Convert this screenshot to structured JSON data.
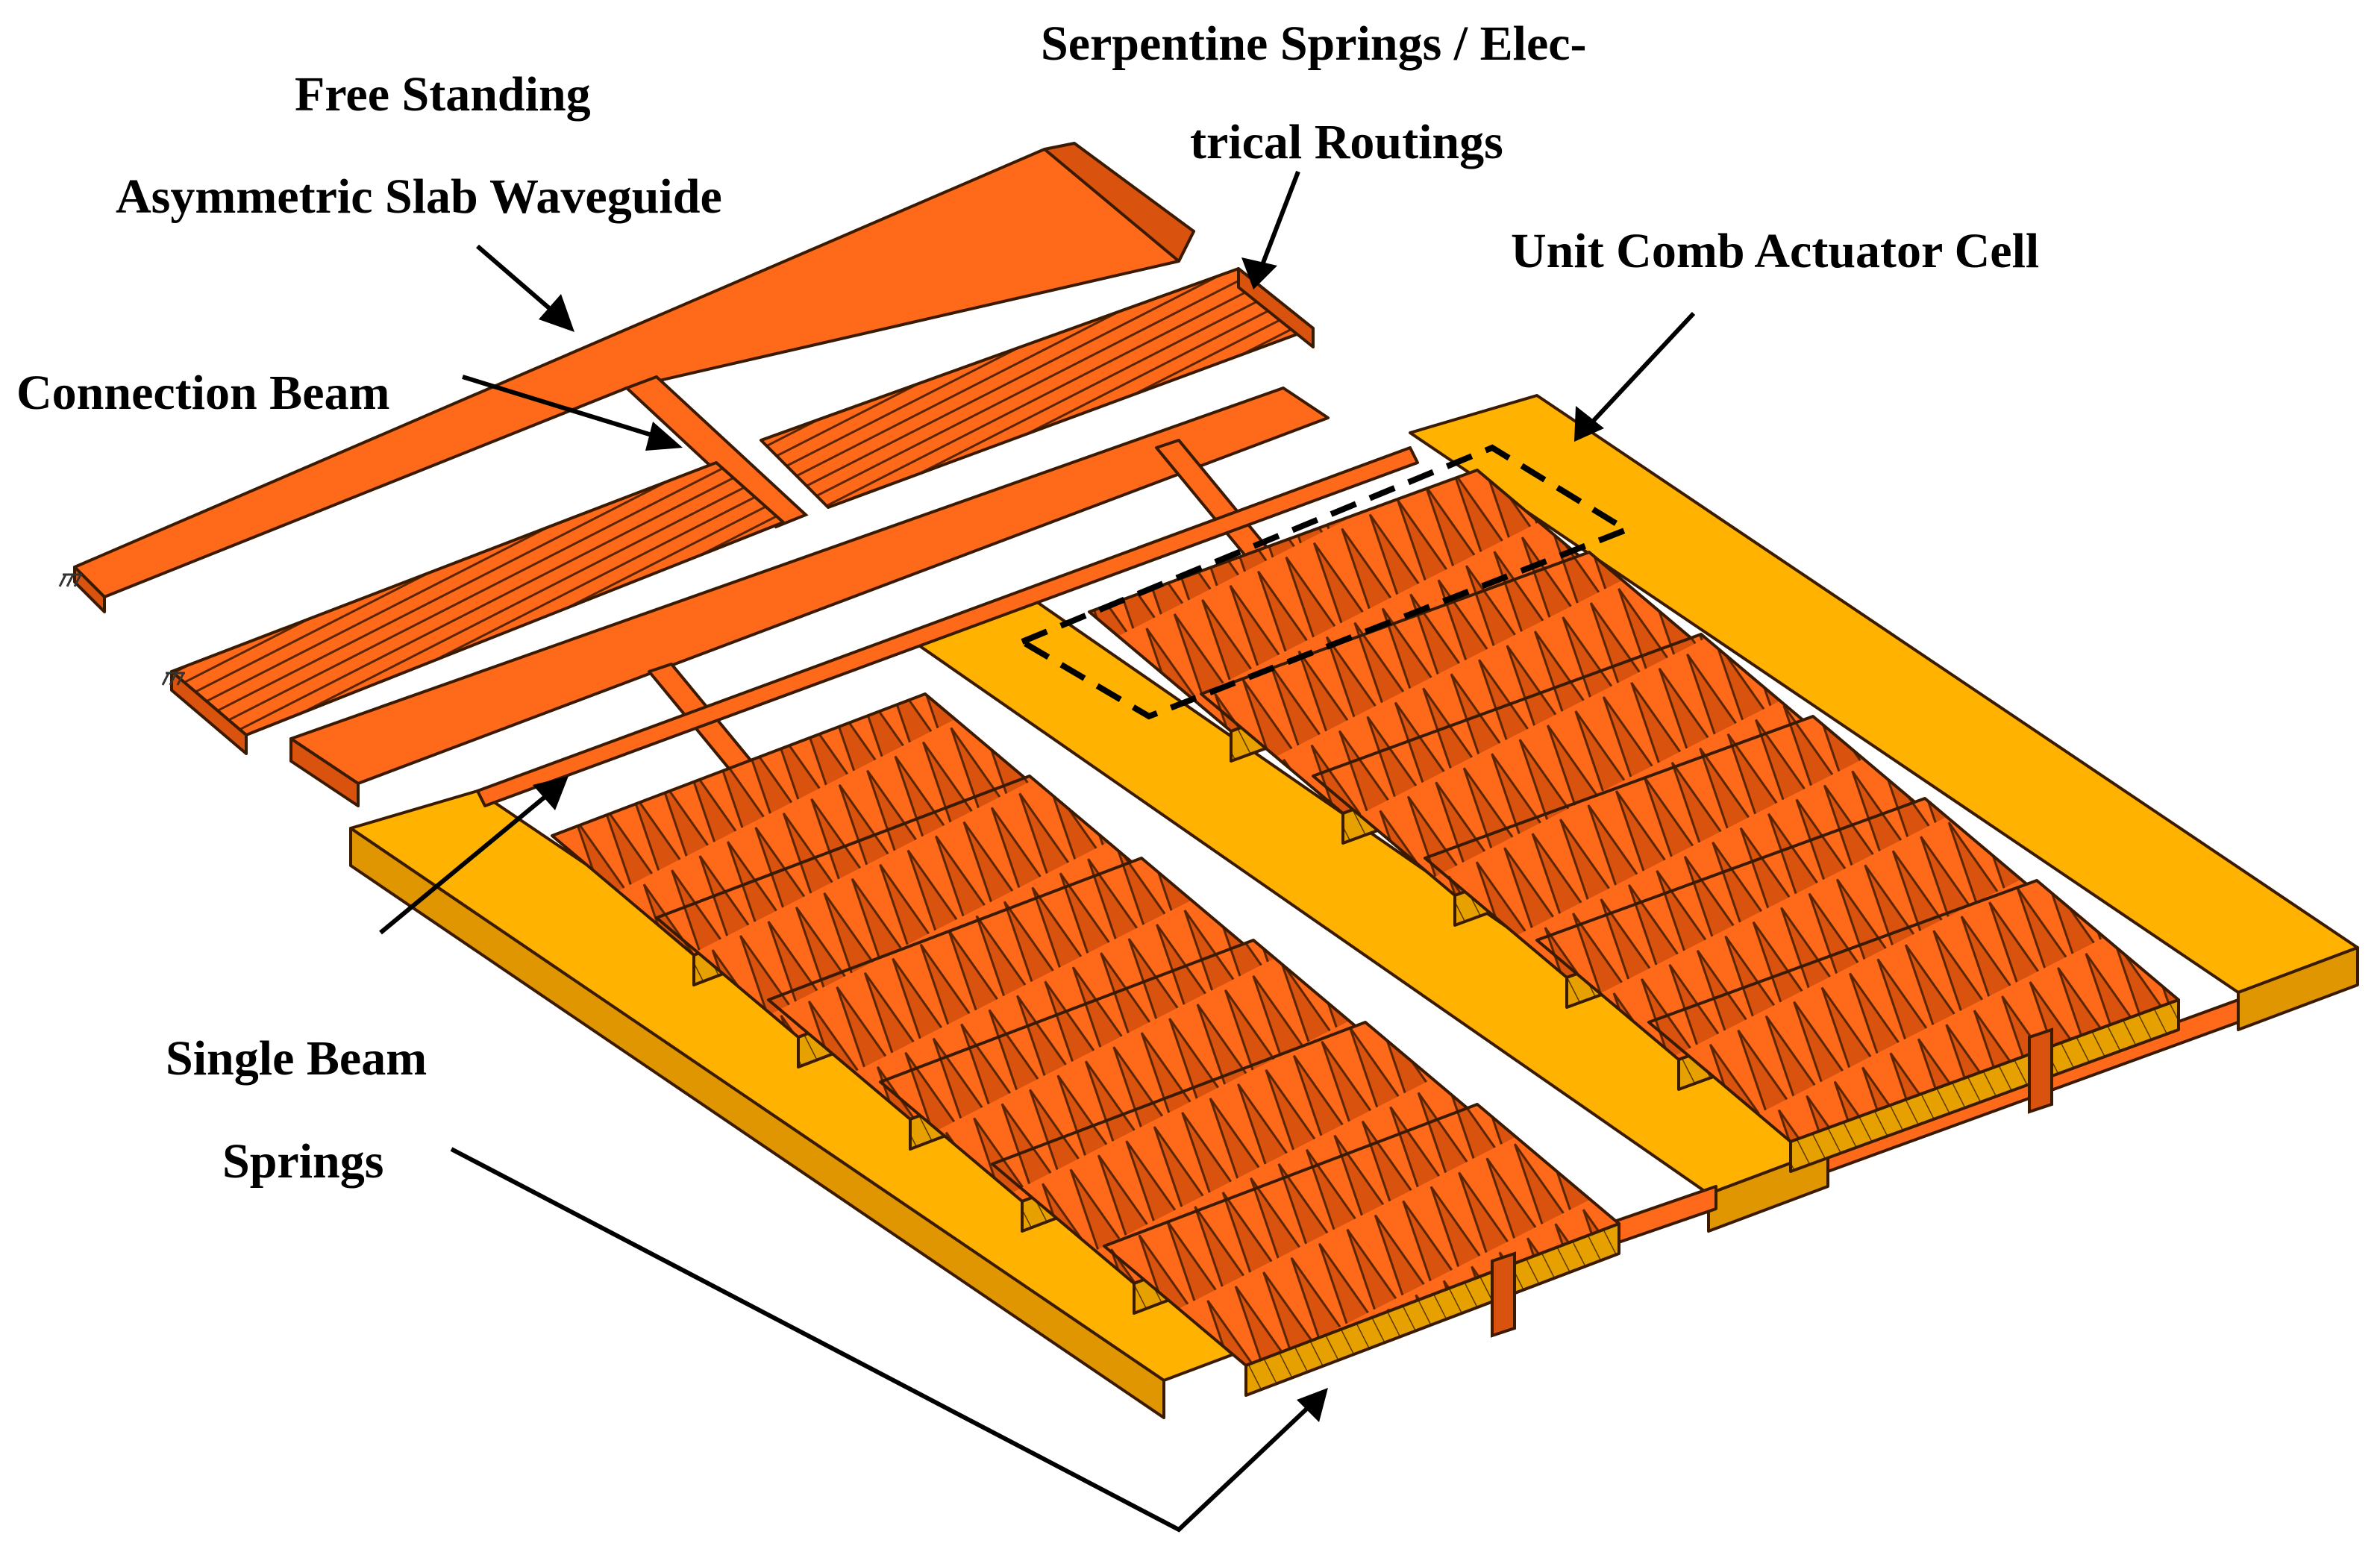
{
  "labels": {
    "free_standing_line1": "Free Standing",
    "free_standing_line2": "Asymmetric Slab Waveguide",
    "serpentine_line1": "Serpentine Springs / Elec-",
    "serpentine_line2": "trical Routings",
    "unit_comb": "Unit Comb Actuator Cell",
    "connection_beam": "Connection Beam",
    "single_beam_line1": "Single Beam",
    "single_beam_line2": "Springs"
  },
  "colors": {
    "orange_top": "#FF6A1A",
    "orange_side": "#D9530E",
    "gold_top": "#FFB300",
    "gold_side": "#E09600",
    "outline": "#3a1a00"
  }
}
